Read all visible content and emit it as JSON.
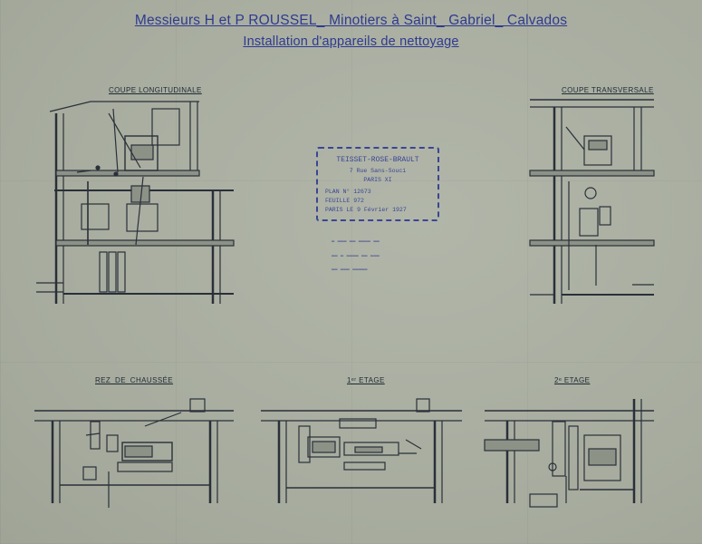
{
  "header": {
    "title": "Messieurs H et P ROUSSEL_ Minotiers à Saint_ Gabriel_ Calvados",
    "subtitle": "Installation d'appareils de nettoyage"
  },
  "views": {
    "longitudinal": "COUPE LONGITUDINALE",
    "transversal": "COUPE TRANSVERSALE",
    "ground": "REZ_DE_CHAUSSÉE",
    "first": "1ᵉʳ ETAGE",
    "second": "2ᵉ ETAGE"
  },
  "stamp": {
    "line1": "TEISSET-ROSE-BRAULT",
    "line2": "7 Rue Sans-Souci",
    "line3": "PARIS XI",
    "plan": "PLAN N° 12673",
    "sheet": "FEUILLE 972",
    "date": "PARIS LE 9 Février 1927"
  },
  "colors": {
    "paper": "#a9aea1",
    "ink": "#2f3a8f",
    "line": "#2a3038"
  }
}
